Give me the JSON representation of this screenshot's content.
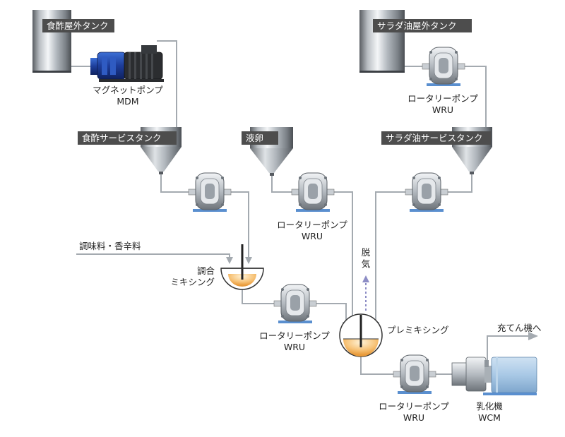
{
  "colors": {
    "pipe": "#a4aab0",
    "tag_bg": "#4d4d4d",
    "tag_text": "#ffffff",
    "motor_blue": "#1d3d9a",
    "wcm_blue": "#a9c9e6",
    "fluid": "#f0b060",
    "arrow": "#8d8dc5"
  },
  "tanks": {
    "vinegar_outdoor": "食酢屋外タンク",
    "salad_oil_outdoor": "サラダ油屋外タンク",
    "vinegar_service": "食酢サービスタンク",
    "liquid_egg": "液卵",
    "salad_oil_service": "サラダ油サービスタンク"
  },
  "pumps": {
    "magnet": {
      "name": "マグネットポンプ",
      "model": "MDM"
    },
    "rotary_top": {
      "name": "ロータリーポンプ",
      "model": "WRU"
    },
    "rotary_center": {
      "name": "ロータリーポンプ",
      "model": "WRU"
    },
    "rotary_mix": {
      "name": "ロータリーポンプ",
      "model": "WRU"
    },
    "rotary_bottom": {
      "name": "ロータリーポンプ",
      "model": "WRU"
    }
  },
  "inputs": {
    "seasoning": "調味料・香辛料"
  },
  "mixers": {
    "blend_line1": "調合",
    "blend_line2": "ミキシング",
    "premix": "プレミキシング"
  },
  "deaeration": {
    "line1": "脱",
    "line2": "気"
  },
  "emulsifier": {
    "name": "乳化機",
    "model": "WCM"
  },
  "output": {
    "to_filler": "充てん機へ"
  }
}
